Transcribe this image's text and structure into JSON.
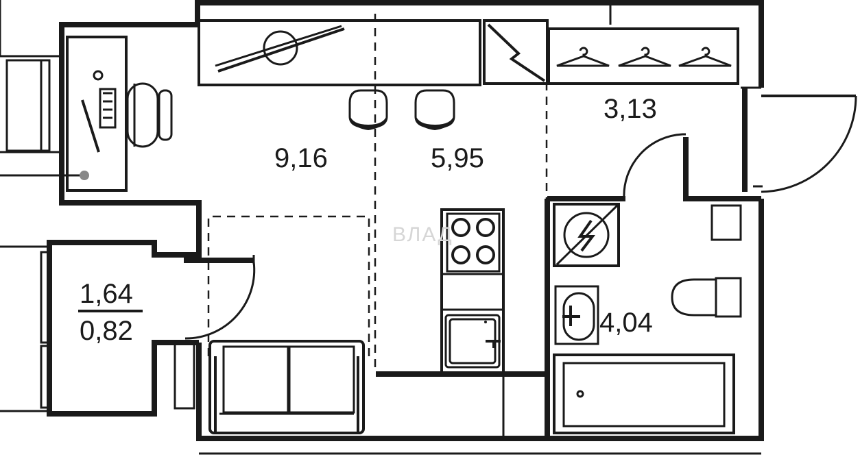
{
  "rooms": {
    "area_9_16": "9,16",
    "area_5_95": "5,95",
    "area_3_13": "3,13",
    "area_4_04": "4,04",
    "balcony_total": "1,64",
    "balcony_coef": "0,82"
  },
  "watermark": "ВЛАД",
  "colors": {
    "walls": "#1a1a1a",
    "background": "#ffffff",
    "watermark": "#d6d6d6"
  }
}
